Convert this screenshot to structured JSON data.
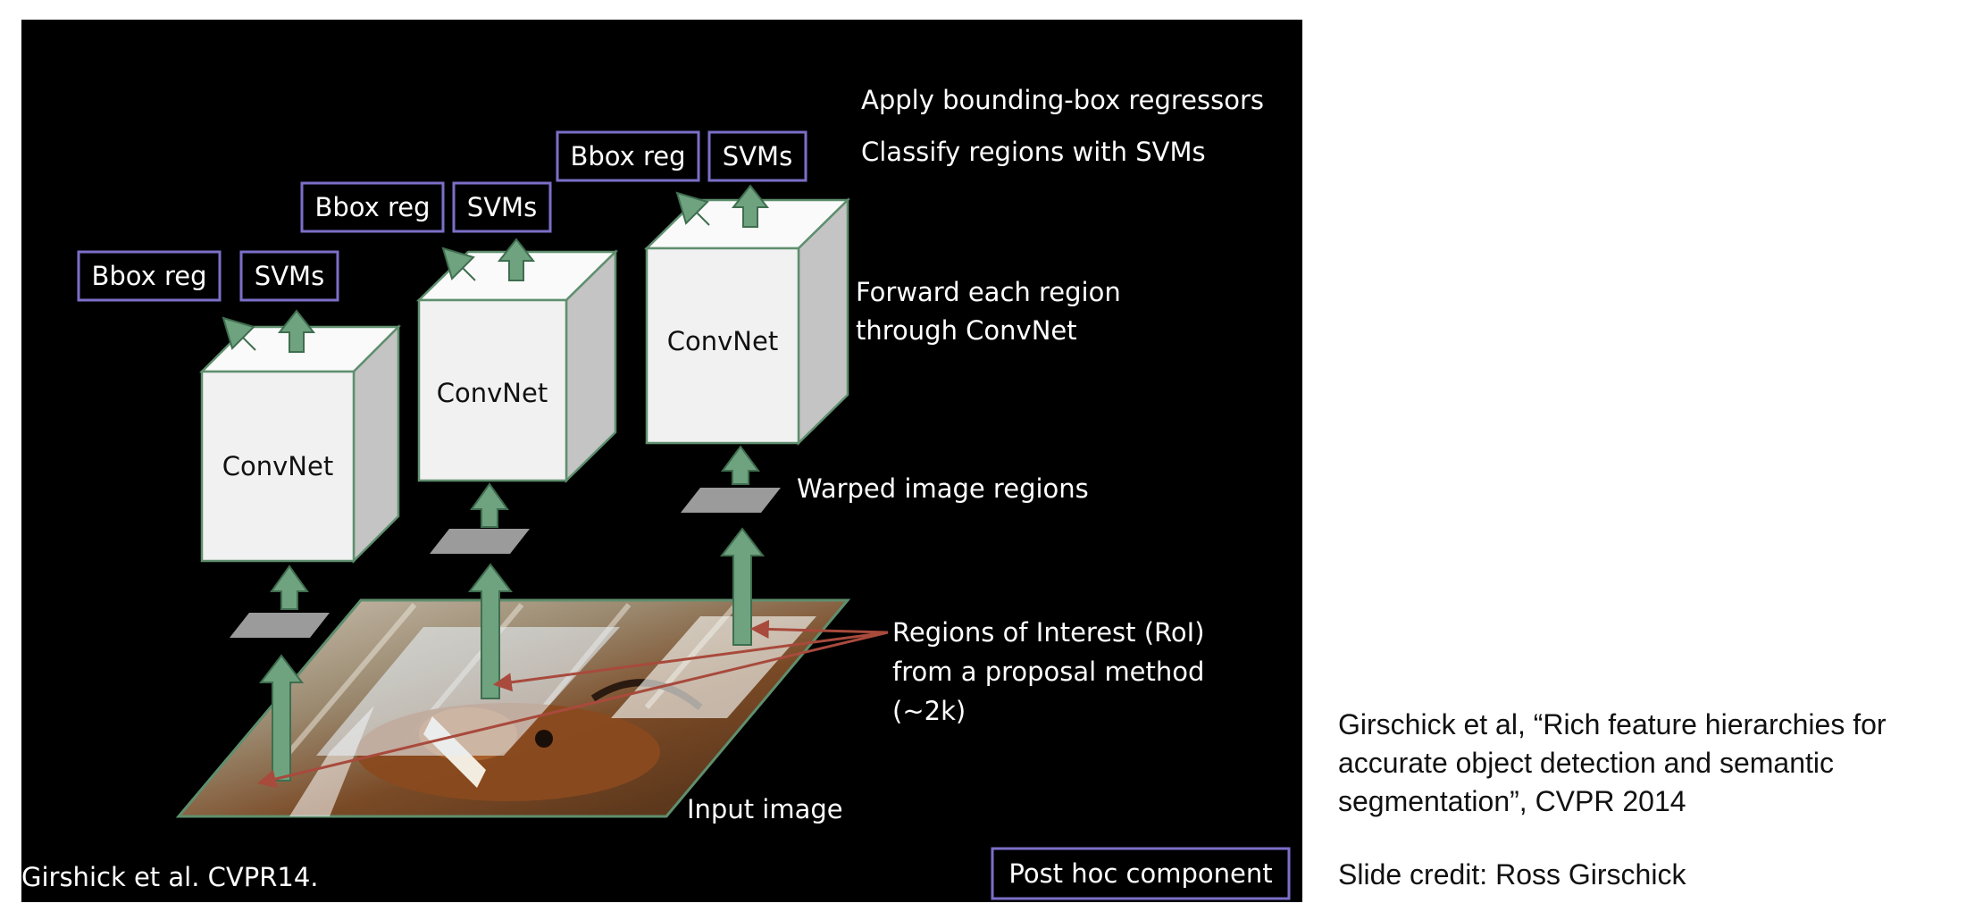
{
  "colors": {
    "background": "#000000",
    "box_border": "#7b6fc9",
    "arrow": "#6fa380",
    "arrow_stroke": "#3f6e4f",
    "cube_front": "#f1f1f1",
    "cube_top": "#fafafa",
    "cube_side": "#c4c4c4",
    "roi_pointer": "#a84a3c",
    "warped_region": "#9b9b9b",
    "text_light": "#ffffff",
    "text_dark": "#111111"
  },
  "stages": [
    {
      "net_label": "ConvNet",
      "bbox_label": "Bbox reg",
      "svm_label": "SVMs"
    },
    {
      "net_label": "ConvNet",
      "bbox_label": "Bbox reg",
      "svm_label": "SVMs"
    },
    {
      "net_label": "ConvNet",
      "bbox_label": "Bbox reg",
      "svm_label": "SVMs"
    }
  ],
  "annotations": {
    "apply_bbox": "Apply bounding-box regressors",
    "classify": "Classify regions with SVMs",
    "forward_line1": "Forward each region",
    "forward_line2": "through ConvNet",
    "warped": "Warped image regions",
    "roi_line1": "Regions of Interest (RoI)",
    "roi_line2": "from a proposal method",
    "roi_line3": "(~2k)",
    "input_image": "Input image"
  },
  "legend": {
    "post_hoc": "Post hoc component"
  },
  "citation_in_slide": "Girshick et al. CVPR14.",
  "side_caption": {
    "line1": "Girschick et al, “Rich feature hierarchies for",
    "line2": "accurate object detection and semantic",
    "line3": "segmentation”, CVPR 2014",
    "credit": "Slide credit: Ross Girschick"
  }
}
